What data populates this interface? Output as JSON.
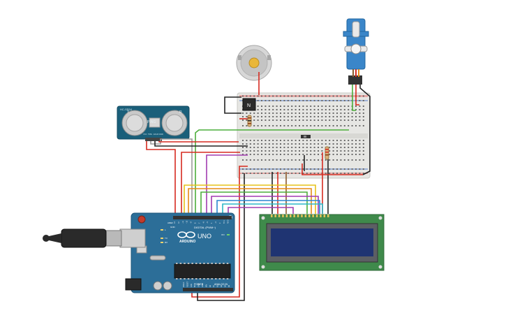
{
  "ultrasonic": {
    "labels": [
      "HC-SR04",
      "PING",
      "T",
      "R"
    ],
    "pin_labels": [
      "VCC",
      "TRIG",
      "ECHO",
      "GND"
    ]
  },
  "transistor": {
    "label": "N"
  },
  "arduino": {
    "labels": [
      "DIGITAL (PWM~)",
      "ARDUINO",
      "UNO",
      "POWER",
      "ANALOG IN",
      "L",
      "TX",
      "RX",
      "ON",
      "AREF",
      "GND"
    ],
    "digital_pins": [
      "13",
      "12",
      "~11",
      "~10",
      "~9",
      "8",
      "7",
      "~6",
      "~5",
      "4",
      "~3",
      "2",
      "TX 1",
      "RX 0"
    ],
    "power_pins": [
      "IOREF",
      "RESET",
      "3.3V",
      "5V",
      "GND",
      "GND",
      "VIN"
    ],
    "analog_pins": [
      "A0",
      "A1",
      "A2",
      "A3",
      "A4",
      "A5"
    ]
  },
  "colors": {
    "arduino_board": "#2c6e98",
    "breadboard": "#e6e6e3",
    "lcd_pcb": "#3f8a4b",
    "lcd_screen": "#1f3472",
    "sensor_board": "#1a5f7a",
    "servo_body": "#3a86c9",
    "wire_red": "#d62a20",
    "wire_black": "#222222",
    "wire_green": "#4cae3b",
    "wire_yellow": "#e6c21a",
    "wire_orange": "#e58a17",
    "wire_purple": "#a13bb0",
    "wire_brown": "#8a5a2b",
    "wire_blue": "#2a86d1",
    "wire_cyan": "#2bb7c7",
    "wire_gray": "#9b9b9b"
  },
  "icons": [
    "arduino-infinity-logo",
    "usb-plug",
    "dc-barrel-jack",
    "reset-button"
  ]
}
